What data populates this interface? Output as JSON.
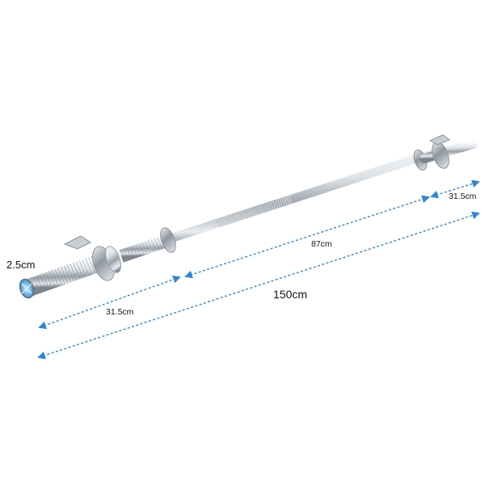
{
  "product": "barbell",
  "colors": {
    "dimension_line": "#2f86d6",
    "chrome_light": "#f4f6f8",
    "chrome_mid": "#b9c0c7",
    "chrome_dark": "#6d757d",
    "end_cap_accent": "#3fa3e6"
  },
  "dimensions": {
    "diameter": "2.5cm",
    "left_sleeve": "31.5cm",
    "grip_section": "87cm",
    "right_sleeve": "31.5cm",
    "total_length": "150cm"
  }
}
